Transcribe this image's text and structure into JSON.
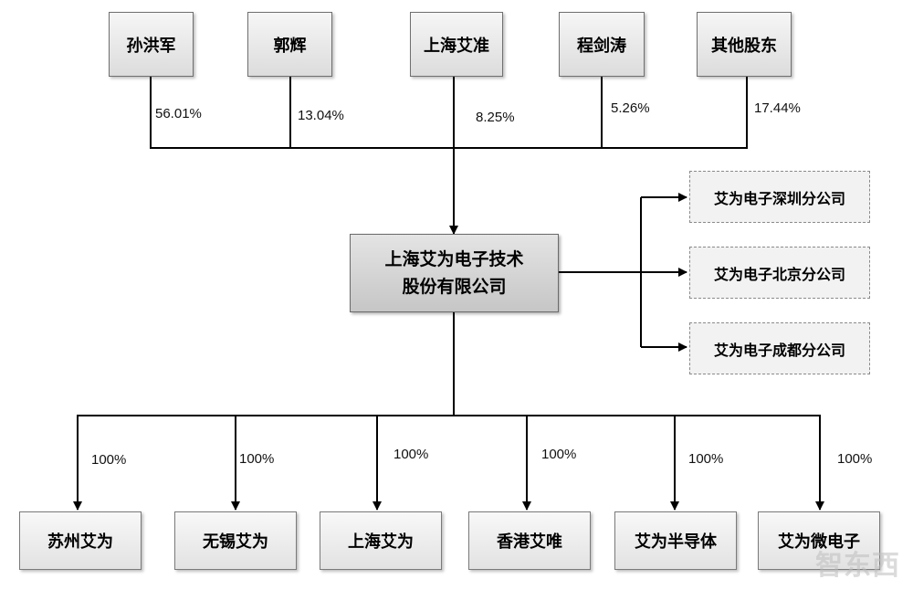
{
  "shareholders": [
    {
      "name": "孙洪军",
      "pct": "56.01%"
    },
    {
      "name": "郭辉",
      "pct": "13.04%"
    },
    {
      "name": "上海艾准",
      "pct": "8.25%"
    },
    {
      "name": "程剑涛",
      "pct": "5.26%"
    },
    {
      "name": "其他股东",
      "pct": "17.44%"
    }
  ],
  "parent": {
    "line1": "上海艾为电子技术",
    "line2": "股份有限公司"
  },
  "branches": [
    "艾为电子深圳分公司",
    "艾为电子北京分公司",
    "艾为电子成都分公司"
  ],
  "subsidiaries": [
    {
      "name": "苏州艾为",
      "pct": "100%"
    },
    {
      "name": "无锡艾为",
      "pct": "100%"
    },
    {
      "name": "上海艾为",
      "pct": "100%"
    },
    {
      "name": "香港艾唯",
      "pct": "100%"
    },
    {
      "name": "艾为半导体",
      "pct": "100%"
    },
    {
      "name": "艾为微电子",
      "pct": "100%"
    }
  ],
  "watermark": "智东西"
}
